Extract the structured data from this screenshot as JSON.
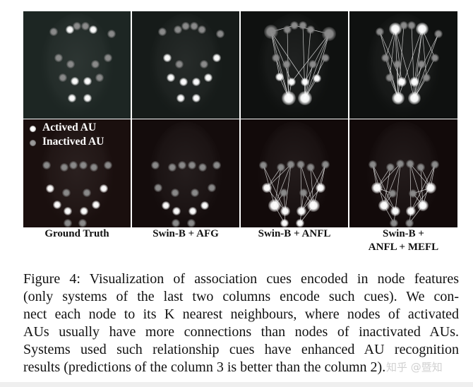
{
  "figure": {
    "columns": [
      {
        "label": "Ground Truth"
      },
      {
        "label": "Swin-B + AFG"
      },
      {
        "label": "Swin-B + ANFL"
      },
      {
        "label_line1": "Swin-B +",
        "label_line2": "ANFL + MEFL"
      }
    ],
    "legend": {
      "active_label": "Actived AU",
      "inactive_label": "Inactived AU",
      "active_color": "#ffffff",
      "inactive_color": "#8a8a8a"
    },
    "panels": [
      {
        "row": 0,
        "col": 0,
        "bg": "#1d2623",
        "nodes": [
          [
            43,
            29,
            0,
            5
          ],
          [
            66,
            26,
            1,
            5
          ],
          [
            76,
            21,
            0,
            5
          ],
          [
            88,
            21,
            0,
            5
          ],
          [
            99,
            26,
            1,
            5
          ],
          [
            125,
            32,
            0,
            5
          ],
          [
            50,
            66,
            0,
            5
          ],
          [
            67,
            75,
            0,
            5
          ],
          [
            102,
            75,
            0,
            5
          ],
          [
            120,
            66,
            0,
            5
          ],
          [
            56,
            94,
            0,
            5
          ],
          [
            73,
            99,
            1,
            5
          ],
          [
            91,
            99,
            1,
            5
          ],
          [
            108,
            94,
            0,
            5
          ],
          [
            69,
            123,
            1,
            5
          ],
          [
            91,
            123,
            1,
            5
          ]
        ],
        "edges": []
      },
      {
        "row": 0,
        "col": 1,
        "bg": "#161b19",
        "nodes": [
          [
            43,
            29,
            0,
            5
          ],
          [
            65,
            26,
            0,
            5
          ],
          [
            76,
            21,
            0,
            5
          ],
          [
            88,
            21,
            0,
            5
          ],
          [
            99,
            26,
            0,
            5
          ],
          [
            125,
            32,
            0,
            5
          ],
          [
            50,
            66,
            1,
            5
          ],
          [
            67,
            75,
            0,
            5
          ],
          [
            102,
            75,
            0,
            5
          ],
          [
            120,
            66,
            1,
            5
          ],
          [
            55,
            94,
            1,
            5
          ],
          [
            73,
            100,
            1,
            5
          ],
          [
            91,
            100,
            1,
            5
          ],
          [
            108,
            94,
            1,
            5
          ],
          [
            69,
            123,
            1,
            5
          ],
          [
            91,
            123,
            1,
            5
          ]
        ],
        "edges": []
      },
      {
        "row": 0,
        "col": 2,
        "bg": "#0f1110",
        "nodes": [
          [
            43,
            29,
            0,
            9
          ],
          [
            66,
            26,
            0,
            5
          ],
          [
            76,
            20,
            0,
            5
          ],
          [
            88,
            20,
            0,
            5
          ],
          [
            99,
            26,
            0,
            5
          ],
          [
            125,
            32,
            0,
            9
          ],
          [
            50,
            66,
            0,
            5
          ],
          [
            65,
            75,
            0,
            5
          ],
          [
            102,
            75,
            0,
            5
          ],
          [
            120,
            66,
            0,
            5
          ],
          [
            55,
            93,
            1,
            5
          ],
          [
            72,
            100,
            1,
            5
          ],
          [
            91,
            100,
            1,
            5
          ],
          [
            108,
            95,
            1,
            5
          ],
          [
            68,
            123,
            1,
            9
          ],
          [
            91,
            123,
            1,
            9
          ]
        ],
        "edges": [
          [
            0,
            14
          ],
          [
            0,
            12
          ],
          [
            0,
            11
          ],
          [
            0,
            10
          ],
          [
            5,
            15
          ],
          [
            5,
            13
          ],
          [
            5,
            12
          ],
          [
            5,
            11
          ],
          [
            0,
            2
          ],
          [
            2,
            5
          ],
          [
            1,
            14
          ],
          [
            3,
            15
          ],
          [
            4,
            15
          ],
          [
            6,
            14
          ],
          [
            9,
            15
          ],
          [
            7,
            14
          ],
          [
            8,
            15
          ],
          [
            10,
            14
          ],
          [
            13,
            15
          ],
          [
            11,
            14
          ],
          [
            12,
            15
          ]
        ]
      },
      {
        "row": 0,
        "col": 3,
        "bg": "#0f1110",
        "nodes": [
          [
            43,
            29,
            0,
            5
          ],
          [
            65,
            25,
            1,
            8
          ],
          [
            77,
            20,
            0,
            5
          ],
          [
            88,
            20,
            0,
            5
          ],
          [
            103,
            25,
            1,
            8
          ],
          [
            126,
            32,
            0,
            5
          ],
          [
            51,
            66,
            0,
            5
          ],
          [
            68,
            75,
            0,
            5
          ],
          [
            102,
            75,
            0,
            5
          ],
          [
            121,
            66,
            0,
            5
          ],
          [
            57,
            94,
            0,
            5
          ],
          [
            74,
            100,
            1,
            6
          ],
          [
            92,
            100,
            1,
            6
          ],
          [
            109,
            94,
            0,
            5
          ],
          [
            69,
            123,
            1,
            8
          ],
          [
            92,
            123,
            1,
            8
          ]
        ],
        "edges": [
          [
            1,
            14
          ],
          [
            1,
            11
          ],
          [
            1,
            10
          ],
          [
            1,
            6
          ],
          [
            4,
            15
          ],
          [
            4,
            12
          ],
          [
            4,
            13
          ],
          [
            4,
            9
          ],
          [
            0,
            14
          ],
          [
            0,
            11
          ],
          [
            5,
            15
          ],
          [
            5,
            12
          ],
          [
            2,
            14
          ],
          [
            3,
            15
          ],
          [
            6,
            14
          ],
          [
            9,
            15
          ],
          [
            7,
            14
          ],
          [
            8,
            15
          ],
          [
            10,
            14
          ],
          [
            13,
            15
          ],
          [
            1,
            15
          ],
          [
            4,
            14
          ]
        ]
      },
      {
        "row": 1,
        "col": 0,
        "bg": "#1a0f0e",
        "nodes": [
          [
            33,
            65,
            0,
            5
          ],
          [
            58,
            68,
            0,
            5
          ],
          [
            71,
            65,
            0,
            5
          ],
          [
            85,
            65,
            0,
            5
          ],
          [
            100,
            68,
            0,
            5
          ],
          [
            120,
            65,
            0,
            5
          ],
          [
            38,
            98,
            1,
            5
          ],
          [
            61,
            104,
            0,
            5
          ],
          [
            90,
            104,
            0,
            5
          ],
          [
            114,
            98,
            1,
            5
          ],
          [
            48,
            121,
            1,
            5
          ],
          [
            63,
            130,
            1,
            5
          ],
          [
            86,
            130,
            1,
            5
          ],
          [
            103,
            121,
            1,
            5
          ],
          [
            63,
            147,
            0,
            5
          ],
          [
            84,
            147,
            0,
            5
          ]
        ],
        "edges": [],
        "legend": true
      },
      {
        "row": 1,
        "col": 1,
        "bg": "#140c0c",
        "nodes": [
          [
            33,
            65,
            0,
            5
          ],
          [
            57,
            68,
            0,
            5
          ],
          [
            71,
            65,
            0,
            5
          ],
          [
            85,
            65,
            0,
            5
          ],
          [
            100,
            68,
            0,
            5
          ],
          [
            120,
            65,
            0,
            5
          ],
          [
            37,
            97,
            0,
            5
          ],
          [
            61,
            104,
            0,
            5
          ],
          [
            89,
            104,
            0,
            5
          ],
          [
            113,
            97,
            0,
            5
          ],
          [
            48,
            122,
            1,
            5
          ],
          [
            63,
            130,
            1,
            5
          ],
          [
            86,
            130,
            1,
            5
          ],
          [
            103,
            122,
            1,
            5
          ],
          [
            62,
            147,
            0,
            5
          ],
          [
            84,
            147,
            0,
            5
          ]
        ],
        "edges": []
      },
      {
        "row": 1,
        "col": 2,
        "bg": "#120a0a",
        "nodes": [
          [
            32,
            65,
            0,
            5
          ],
          [
            57,
            68,
            0,
            5
          ],
          [
            71,
            64,
            0,
            5
          ],
          [
            85,
            64,
            0,
            5
          ],
          [
            99,
            68,
            0,
            5
          ],
          [
            120,
            64,
            0,
            5
          ],
          [
            37,
            97,
            1,
            6
          ],
          [
            61,
            104,
            0,
            5
          ],
          [
            89,
            104,
            0,
            5
          ],
          [
            113,
            97,
            1,
            6
          ],
          [
            48,
            122,
            1,
            8
          ],
          [
            63,
            130,
            1,
            6
          ],
          [
            86,
            130,
            1,
            6
          ],
          [
            103,
            122,
            1,
            8
          ],
          [
            62,
            147,
            1,
            5
          ],
          [
            84,
            147,
            1,
            5
          ]
        ],
        "edges": [
          [
            0,
            10
          ],
          [
            0,
            11
          ],
          [
            1,
            6
          ],
          [
            1,
            10
          ],
          [
            2,
            6
          ],
          [
            2,
            11
          ],
          [
            2,
            10
          ],
          [
            3,
            13
          ],
          [
            3,
            12
          ],
          [
            4,
            9
          ],
          [
            4,
            13
          ],
          [
            5,
            13
          ],
          [
            5,
            12
          ],
          [
            5,
            9
          ],
          [
            6,
            11
          ],
          [
            7,
            10
          ],
          [
            7,
            11
          ],
          [
            8,
            13
          ],
          [
            8,
            12
          ],
          [
            9,
            12
          ],
          [
            10,
            14
          ],
          [
            11,
            14
          ],
          [
            12,
            15
          ],
          [
            13,
            15
          ]
        ]
      },
      {
        "row": 1,
        "col": 3,
        "bg": "#120a0a",
        "nodes": [
          [
            33,
            64,
            0,
            5
          ],
          [
            58,
            68,
            0,
            5
          ],
          [
            72,
            63,
            0,
            5
          ],
          [
            86,
            63,
            0,
            5
          ],
          [
            101,
            68,
            0,
            5
          ],
          [
            121,
            64,
            0,
            5
          ],
          [
            39,
            97,
            1,
            7
          ],
          [
            61,
            105,
            0,
            5
          ],
          [
            90,
            105,
            0,
            5
          ],
          [
            115,
            97,
            1,
            7
          ],
          [
            49,
            122,
            1,
            7
          ],
          [
            65,
            130,
            1,
            6
          ],
          [
            87,
            130,
            1,
            6
          ],
          [
            104,
            122,
            1,
            7
          ],
          [
            63,
            147,
            0,
            5
          ],
          [
            85,
            147,
            0,
            5
          ]
        ],
        "edges": [
          [
            0,
            10
          ],
          [
            0,
            11
          ],
          [
            0,
            6
          ],
          [
            1,
            6
          ],
          [
            1,
            10
          ],
          [
            2,
            6
          ],
          [
            2,
            11
          ],
          [
            2,
            10
          ],
          [
            3,
            13
          ],
          [
            3,
            12
          ],
          [
            3,
            9
          ],
          [
            4,
            9
          ],
          [
            4,
            13
          ],
          [
            5,
            13
          ],
          [
            5,
            12
          ],
          [
            5,
            9
          ],
          [
            6,
            11
          ],
          [
            6,
            7
          ],
          [
            7,
            10
          ],
          [
            8,
            13
          ],
          [
            9,
            8
          ],
          [
            9,
            12
          ],
          [
            10,
            14
          ],
          [
            11,
            14
          ],
          [
            12,
            15
          ],
          [
            13,
            15
          ]
        ]
      }
    ]
  },
  "caption": {
    "lines": [
      "Figure 4: Visualization of association cues encoded in node features",
      "(only systems of the last two columns encode such cues).  We con-",
      "nect each node to its K nearest neighbours, where nodes of activated",
      "AUs usually have more connections than nodes of inactivated AUs.",
      "Systems used such relationship cues have enhanced AU recognition",
      "results (predictions of the column 3 is better than the column 2)."
    ]
  },
  "watermark": {
    "text": "知乎 @暨知"
  }
}
